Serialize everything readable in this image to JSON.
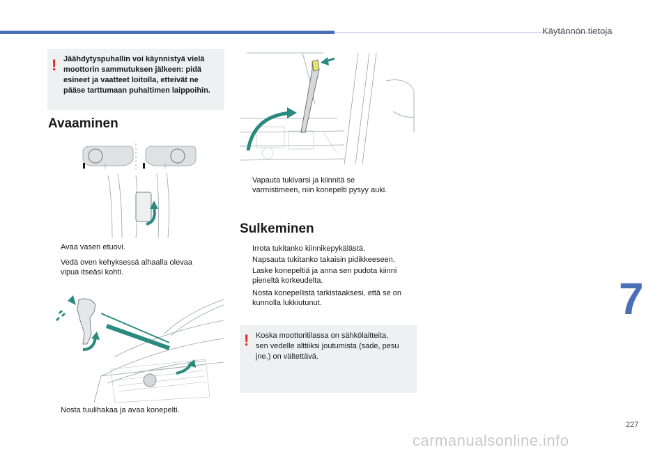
{
  "header": {
    "section_title": "Käytännön tietoja"
  },
  "warning_top": {
    "lines": [
      "Jäähdytyspuhallin voi käynnistyä vielä",
      "moottorin sammutuksen jälkeen: pidä",
      "esineet ja vaatteet loitolla, etteivät ne",
      "pääse tarttumaan puhaltimen laippoihin."
    ]
  },
  "opening": {
    "heading": "Avaaminen",
    "step1": "Avaa vasen etuovi.",
    "step2_line1": "Vedä oven kehyksessä alhaalla olevaa",
    "step2_line2": "vipua itseäsi kohti.",
    "step3": "Nosta tuulihakaa ja avaa konepelti."
  },
  "prop": {
    "line1": "Vapauta tukivarsi ja kiinnitä se",
    "line2": "varmistimeen, niin konepelti pysyy auki."
  },
  "closing": {
    "heading": "Sulkeminen",
    "steps": [
      [
        "Irrota tukitanko kiinnikepykälästä."
      ],
      [
        "Napsauta tukitanko takaisin pidikkeeseen."
      ],
      [
        "Laske konepeltiä ja anna sen pudota kiinni",
        "pieneltä korkeudelta."
      ],
      [
        "Nosta konepellistä tarkistaaksesi, että se on",
        "kunnolla lukkiutunut."
      ]
    ]
  },
  "warning_bottom": {
    "lines": [
      "Koska moottoritilassa on sähkölaitteita,",
      "sen vedelle alttiiksi joutumista (sade, pesu",
      "jne.) on vältettävä."
    ]
  },
  "bullet_symbol": "",
  "warning_symbol": "!",
  "chapter_number": "7",
  "page_number": "227",
  "watermark": "carmanualsonline.info",
  "colors": {
    "accent_blue": "#4a6fb5",
    "arrow_teal": "#2a8a7e",
    "warning_red": "#e2261c",
    "box_gray": "#eef0f1"
  }
}
